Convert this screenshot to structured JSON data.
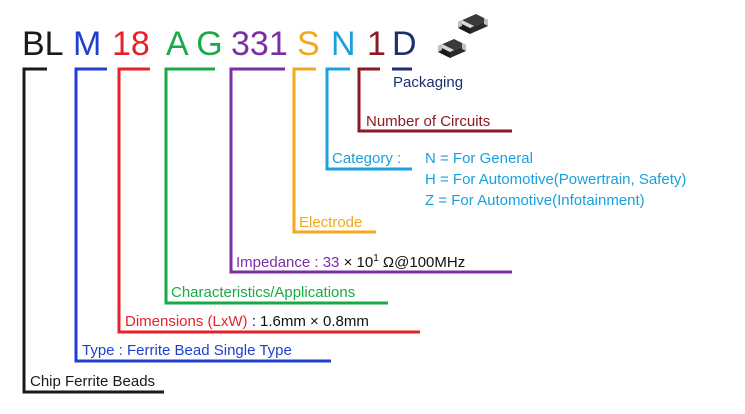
{
  "code_segments": [
    {
      "id": "bl",
      "text": "BL",
      "color": "#1a1a1a"
    },
    {
      "id": "m",
      "text": "M",
      "color": "#1f3fd2"
    },
    {
      "id": "size",
      "text": "18",
      "color": "#e8202a"
    },
    {
      "id": "ag",
      "text": "A G",
      "color": "#1aaa45"
    },
    {
      "id": "imp",
      "text": "331",
      "color": "#7a2fa5"
    },
    {
      "id": "s",
      "text": "S",
      "color": "#f2a81d"
    },
    {
      "id": "n",
      "text": "N",
      "color": "#1aa0df"
    },
    {
      "id": "one",
      "text": "1",
      "color": "#8b1a23"
    },
    {
      "id": "d",
      "text": "D",
      "color": "#1c2f6e"
    }
  ],
  "labels": {
    "packaging": "Packaging",
    "number_of_circuits": "Number of Circuits",
    "category": {
      "label": "Category :",
      "options": [
        "N = For General",
        "H = For Automotive(Powertrain, Safety)",
        "Z = For Automotive(Infotainment)"
      ]
    },
    "electrode": "Electrode",
    "impedance": {
      "label": "Impedance : ",
      "value": "33",
      "times": " × 10",
      "exp": "1",
      "unit": " Ω@100MHz"
    },
    "characteristics": "Characteristics/Applications",
    "dimensions": {
      "label": "Dimensions (LxW)",
      "colon": " : ",
      "value": "1.6mm × 0.8mm"
    },
    "type": "Type : Ferrite Bead Single Type",
    "chip": "Chip Ferrite Beads"
  }
}
